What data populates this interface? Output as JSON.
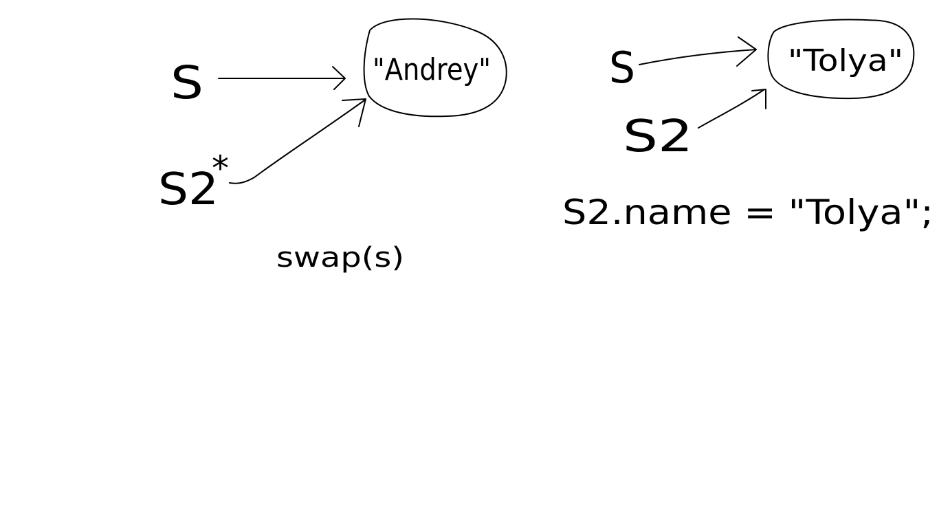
{
  "left_diagram": {
    "var_s": "S",
    "var_s2": "S2",
    "pointer_mark": "*",
    "object_value": "\"Andrey\"",
    "call": "swap(s)"
  },
  "right_diagram": {
    "var_s": "S",
    "var_s2": "S2",
    "object_value": "\"Tolya\"",
    "assignment": "S2.name = \"Tolya\";"
  },
  "ink_color": "#000000",
  "background_color": "#ffffff"
}
